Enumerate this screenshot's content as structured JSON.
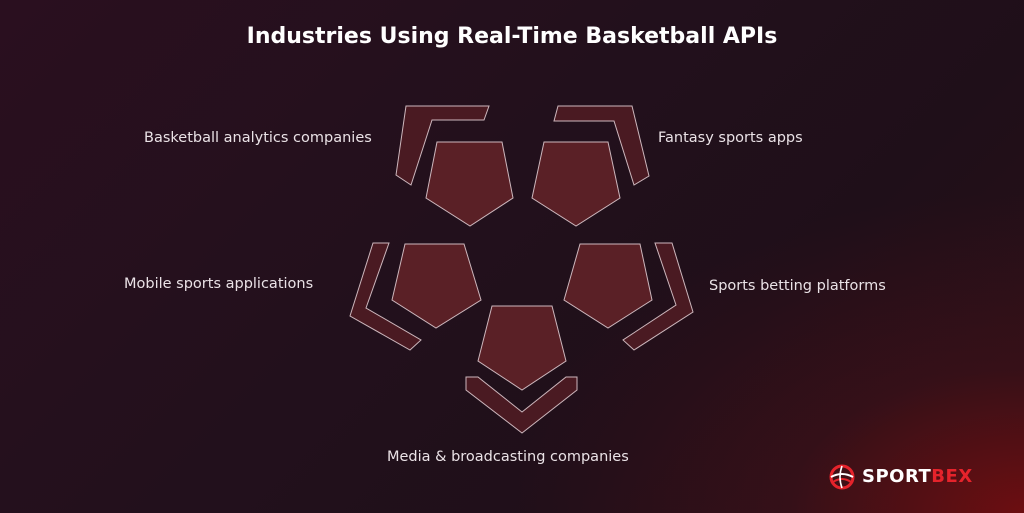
{
  "title": "Industries Using Real-Time Basketball APIs",
  "segments": [
    {
      "id": "analytics",
      "label": "Basketball analytics companies"
    },
    {
      "id": "fantasy",
      "label": "Fantasy sports apps"
    },
    {
      "id": "mobile",
      "label": "Mobile sports applications"
    },
    {
      "id": "betting",
      "label": "Sports betting platforms"
    },
    {
      "id": "media",
      "label": "Media & broadcasting companies"
    }
  ],
  "logo": {
    "part1": "SPORT",
    "part2": "BEX",
    "icon": "sportbex-ball-icon"
  },
  "colors": {
    "accent": "#e5232b",
    "segment_fill": "#5a2026",
    "segment_stroke": "#cdb7bd"
  }
}
